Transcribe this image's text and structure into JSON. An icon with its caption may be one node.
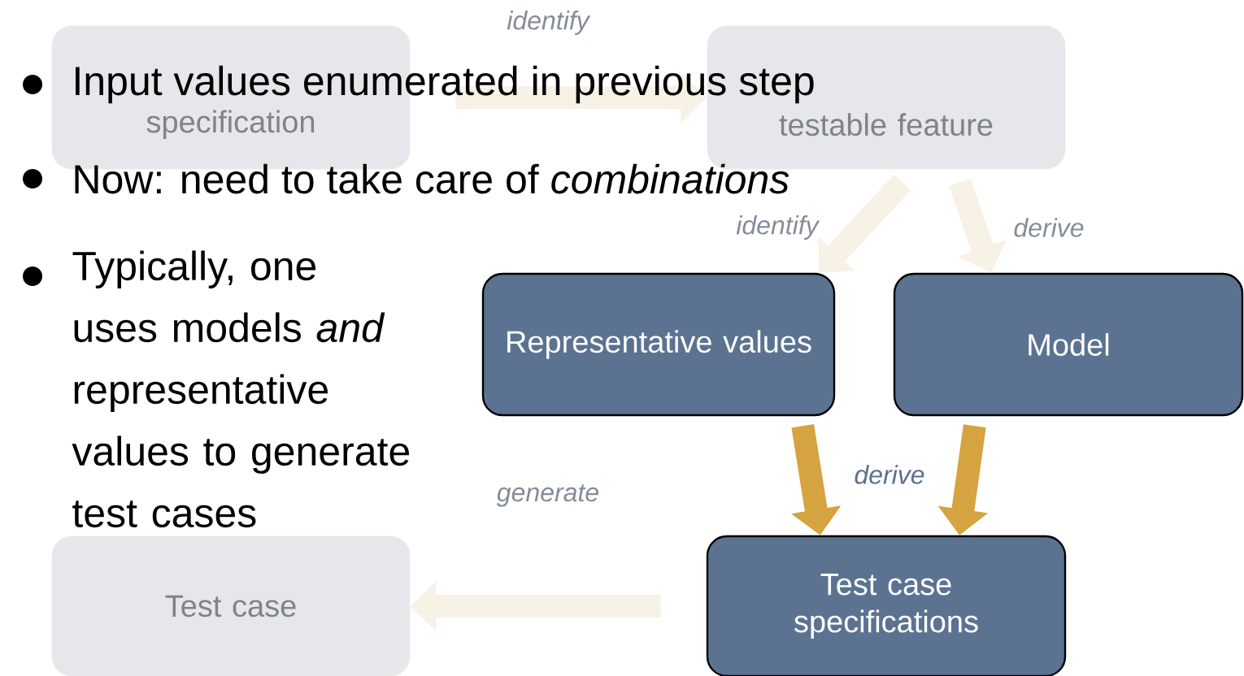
{
  "diagram": {
    "nodes": [
      {
        "text": [
          "specification"
        ]
      },
      {
        "text": [
          "testable feature"
        ]
      },
      {
        "text": [
          "Representative values"
        ]
      },
      {
        "text": [
          "Model"
        ]
      },
      {
        "text": [
          "Test case specifications"
        ]
      },
      {
        "text": [
          "Test case"
        ]
      }
    ],
    "edges": [
      {
        "from": 0,
        "to": 1,
        "arrow": "to",
        "label": "identify"
      },
      {
        "from": 1,
        "to": 2,
        "arrow": "to",
        "label": "identify"
      },
      {
        "from": 1,
        "to": 3,
        "arrow": "to",
        "label": "derive"
      },
      {
        "from": 2,
        "to": 4,
        "arrow": "to",
        "color": "#d5a33f",
        "label": "derive"
      },
      {
        "from": 3,
        "to": 4,
        "arrow": "to",
        "color": "#d5a33f"
      },
      {
        "from": 4,
        "to": 5,
        "arrow": "to",
        "label": "generate"
      }
    ],
    "labels": [
      "Input values enumerated in previous step",
      "Now: need to take care of *combinations*",
      "Typically, one uses models *and* representative values to generate test cases"
    ]
  }
}
